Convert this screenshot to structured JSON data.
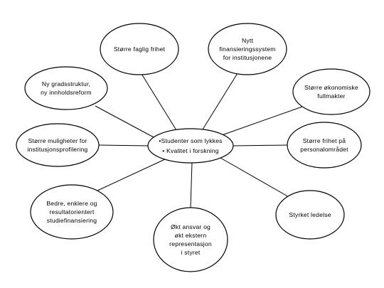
{
  "center": {
    "lines": [
      "•Studenter som lykkes",
      "• Kvalitet i forskning"
    ]
  },
  "nodes": [
    {
      "id": "faglig-frihet",
      "lines": [
        "Større faglig frihet"
      ]
    },
    {
      "id": "finansieringssystem",
      "lines": [
        "Nytt",
        "finansieringssystem",
        "for institusjonene"
      ]
    },
    {
      "id": "okonomiske-fullmakter",
      "lines": [
        "Større økonomiske",
        "fullmakter"
      ]
    },
    {
      "id": "personalomradet",
      "lines": [
        "Større frihet på",
        "personalområdet"
      ]
    },
    {
      "id": "ledelse",
      "lines": [
        "Styrket ledelse"
      ]
    },
    {
      "id": "ansvar",
      "lines": [
        "Økt ansvar og",
        "økt ekstern",
        "representasjon",
        "i styret"
      ]
    },
    {
      "id": "studiefinansiering",
      "lines": [
        "Bedre, enklere og",
        "resultatorientert",
        "studiefinansiering"
      ]
    },
    {
      "id": "institusjonsprofilering",
      "lines": [
        "Større muligheter for",
        "institusjonsprofilering"
      ]
    },
    {
      "id": "gradsstruktur",
      "lines": [
        "Ny gradsstruktur,",
        "ny innholdsreform"
      ]
    }
  ]
}
